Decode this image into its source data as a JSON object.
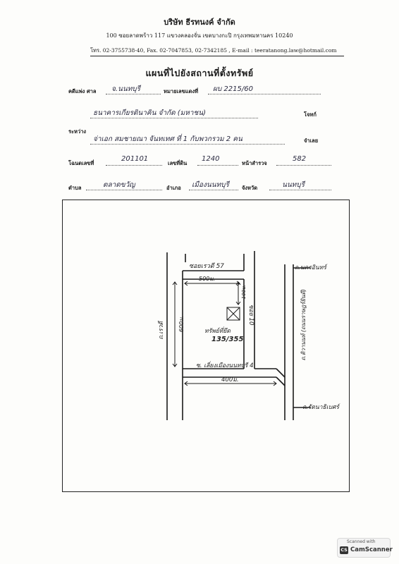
{
  "header": {
    "company": "บริษัท ธีรทนงค์ จำกัด",
    "address": "100 ซอยลาดพร้าว 117 แขวงคลองจั่น เขตบางกะปิ กรุงเทพมหานคร 10240",
    "contact": "โทร. 02-3755738-40, Fax. 02-7047853, 02-7342185 , E-mail : teeratanong.law@hotmail.com",
    "title": "แผนที่ไปยังสถานที่ตั้งทรัพย์"
  },
  "form": {
    "court_label": "คดีแพ่ง ศาล",
    "court_value": "จ.นนทบุรี",
    "case_no_label": "หมายเลขแดงที่",
    "case_no_value": "ผบ 2215/60",
    "plaintiff_value": "ธนาคารเกียรตินาคิน จำกัด (มหาชน)",
    "plaintiff_label": "โจทก์",
    "between_label": "ระหว่าง",
    "defendant_value": "จ่าเอก สมชายณา จันทเทศ ที่ 1 กับพวกรวม 2 คน",
    "defendant_label": "จำเลย",
    "deed_label": "โฉนดเลขที่",
    "deed_value": "201101",
    "land_no_label": "เลขที่ดิน",
    "land_no_value": "1240",
    "survey_label": "หน้าสำรวจ",
    "survey_value": "582",
    "subdistrict_label": "ตำบล",
    "subdistrict_value": "ตลาดขวัญ",
    "district_label": "อำเภอ",
    "district_value": "เมืองนนทบุรี",
    "province_label": "จังหวัด",
    "province_value": "นนทบุรี"
  },
  "map": {
    "top_road": "ซอยเรวดี 57",
    "road_right_top": "ถ.นครอินทร์",
    "road_right_mid": "ถ.ติวานนท์ (ถนนราษฎร์ยินดี)",
    "road_right_bottom": "ถ.รัตนาธิเบศร์",
    "road_left": "ถ.เรวดี",
    "dist_top": "500ม.",
    "dist_left": "600ม.",
    "dist_inner": "100ม.",
    "dist_bottom": "400ม.",
    "soi_right": "ซอย 10",
    "property_label": "ทรัพย์ที่ยึด",
    "house_no": "135/355",
    "bottom_road": "ซ. เลี่ยงเมืองนนทบุรี 4"
  },
  "scanner": {
    "caption": "Scanned with",
    "logo": "CS",
    "name": "CamScanner"
  }
}
